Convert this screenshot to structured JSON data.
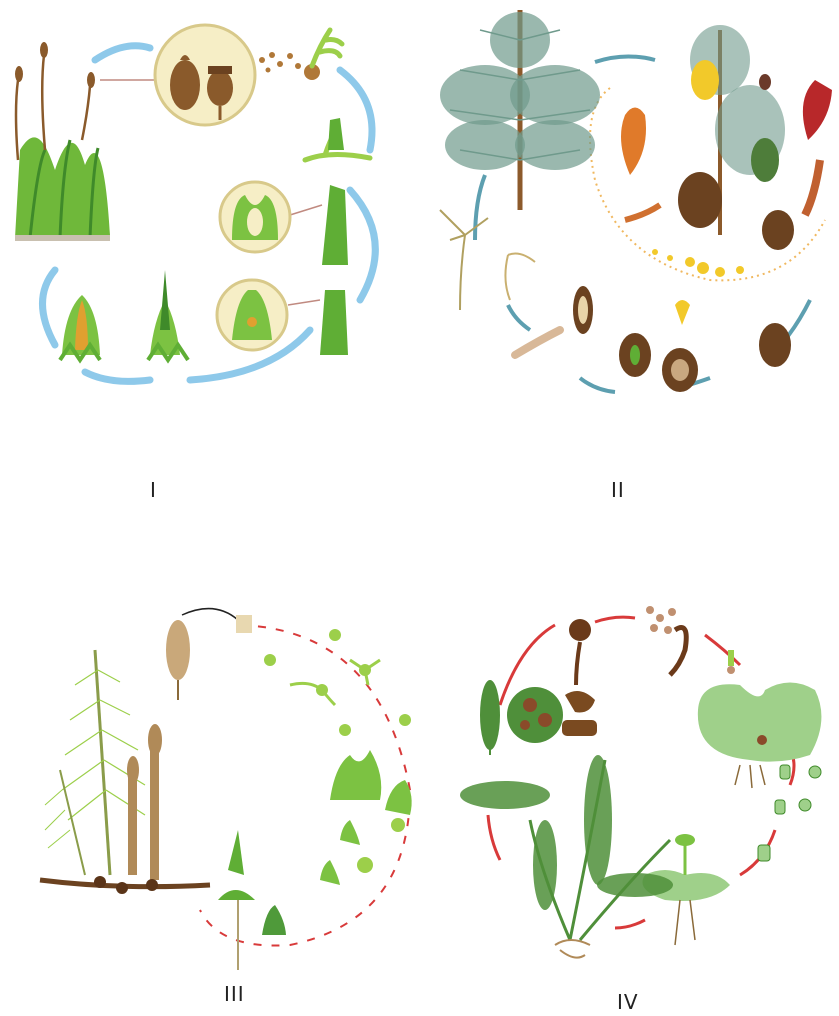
{
  "labels": {
    "panel_1": "I",
    "panel_2": "II",
    "panel_3": "III",
    "panel_4": "IV"
  },
  "colors": {
    "moss_green": "#7cc242",
    "dark_green": "#3f8a2a",
    "arrow_blue": "#8ec9ea",
    "arrow_teal": "#5d9fb0",
    "capsule_brown": "#8a5a2b",
    "inset_cream": "#f6eec6",
    "pine_needle": "#6f9a8c",
    "cone_brown": "#6b4220",
    "pollen_yellow": "#f2c92a",
    "arrow_red": "#d83a3a",
    "fern_green": "#4f8f3a",
    "prothallus_green": "#9fd08a",
    "horsetail_brown": "#8c6a3c"
  },
  "icons": [
    "moss-icon",
    "pine-tree-icon",
    "horsetail-icon",
    "fern-icon"
  ]
}
